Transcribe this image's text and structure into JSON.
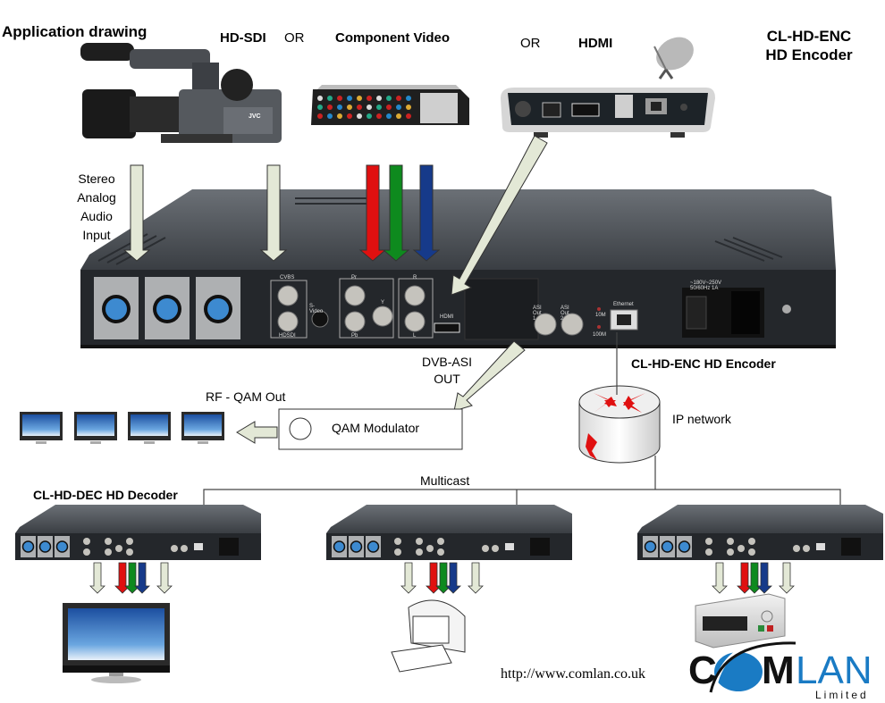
{
  "diagram": {
    "title": "Application drawing",
    "product": {
      "line1": "CL-HD-ENC",
      "line2": "HD Encoder"
    },
    "inputs": {
      "hdsdi": "HD-SDI",
      "or1": "OR",
      "component": "Component Video",
      "or2": "OR",
      "hdmi": "HDMI",
      "audio": [
        "Stereo",
        "Analog",
        "Audio",
        "Input"
      ]
    },
    "encoder_panel": {
      "cvbs": "CVBS",
      "hdsdi": "HDSDI",
      "svideo": "S-Video",
      "pr": "Pr",
      "pb": "Pb",
      "y": "Y",
      "r": "R",
      "l": "L",
      "hdmi": "HDMI",
      "asi1": "ASI Out 1",
      "asi2": "ASI Out 2",
      "ethernet": "Ethernet",
      "led_10m": "10M",
      "led_100m": "100M",
      "power": "~180V~250V 50/60Hz 1A"
    },
    "outputs": {
      "dvb_asi": [
        "DVB-ASI",
        "OUT"
      ],
      "encoder_label": "CL-HD-ENC  HD Encoder",
      "rf_qam": "RF - QAM Out",
      "qam_modulator": "QAM Modulator",
      "ip_network": "IP network",
      "multicast": "Multicast",
      "decoder_label": "CL-HD-DEC  HD Decoder"
    },
    "footer": {
      "url": "http://www.comlan.co.uk",
      "logo_dark": "C",
      "logo_dark2": "M",
      "logo_blue": "LAN",
      "logo_sub": "Limited"
    },
    "colors": {
      "arrow_fill": "#e3e8d6",
      "red": "#e01010",
      "green": "#0e8a1e",
      "blue": "#163a8a",
      "chassis": "#2a2d31",
      "logo_blue": "#1a7bc4"
    }
  }
}
